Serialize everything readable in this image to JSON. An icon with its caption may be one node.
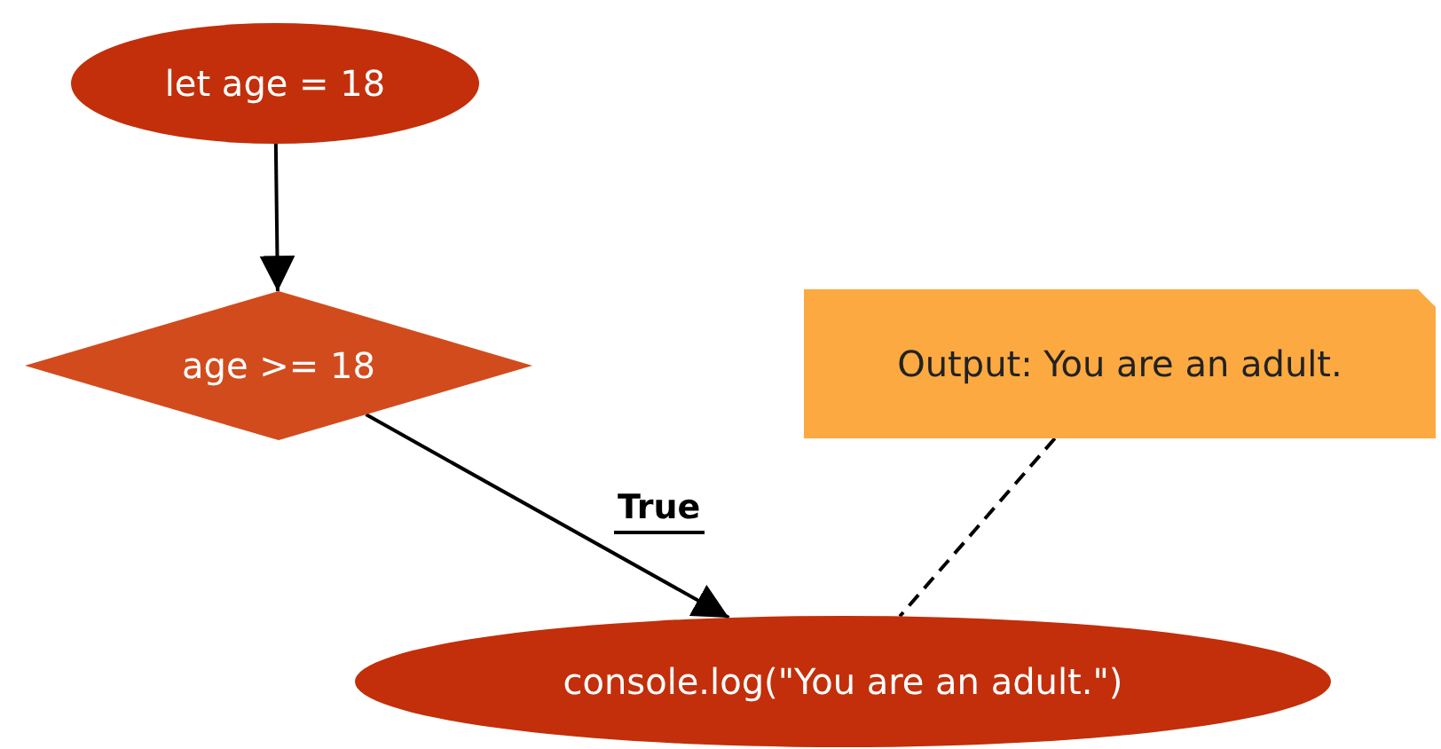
{
  "diagram": {
    "nodes": [
      {
        "text": [
          "let age = 18"
        ]
      },
      {
        "text": [
          "age >= 18"
        ]
      },
      {
        "text": [
          "console.log(\"You are an adult.\")"
        ]
      },
      {
        "text": [
          "Output: You are an adult."
        ]
      }
    ],
    "edges": [
      {
        "from": 0,
        "to": 1,
        "arrow": "to"
      },
      {
        "from": 1,
        "to": 2,
        "arrow": "to",
        "label": "True"
      },
      {
        "from": 3,
        "to": 2,
        "arrow": "none",
        "style": "dashed"
      }
    ]
  }
}
